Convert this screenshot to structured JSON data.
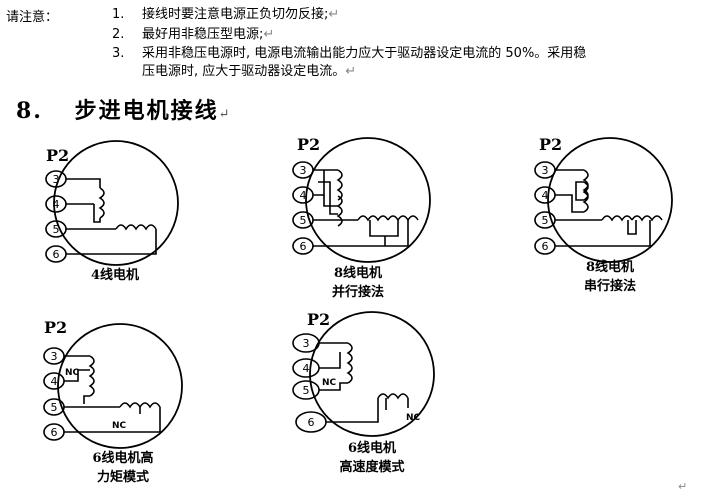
{
  "notes": {
    "label": "请注意：",
    "items": [
      {
        "num": "1.",
        "text": "接线时要注意电源正负切勿反接;",
        "mark": "↵"
      },
      {
        "num": "2.",
        "text": "最好用非稳压型电源;",
        "mark": "↵"
      },
      {
        "num": "3.",
        "text": "采用非稳压电源时, 电源电流输出能力应大于驱动器设定电流的 50%。采用稳",
        "cont": "压电源时, 应大于驱动器设定电流。",
        "mark": "↵"
      }
    ]
  },
  "section": {
    "number": "8.",
    "title": "步进电机接线",
    "mark": "↵"
  },
  "diagrams": {
    "d1": {
      "label": "P2",
      "pins": [
        "3",
        "4",
        "5",
        "6"
      ],
      "caption": [
        "4线电机"
      ]
    },
    "d2": {
      "label": "P2",
      "pins": [
        "3",
        "4",
        "5",
        "6"
      ],
      "caption": [
        "8线电机",
        "并行接法"
      ]
    },
    "d3": {
      "label": "P2",
      "pins": [
        "3",
        "4",
        "5",
        "6"
      ],
      "caption": [
        "8线电机",
        "串行接法"
      ]
    },
    "d4": {
      "label": "P2",
      "pins": [
        "3",
        "4",
        "5",
        "6"
      ],
      "nc": [
        "NC",
        "NC"
      ],
      "caption": [
        "6线电机高",
        "力矩模式"
      ]
    },
    "d5": {
      "label": "P2",
      "pins": [
        "3",
        "4",
        "5",
        "6"
      ],
      "nc": [
        "NC",
        "NC"
      ],
      "caption": [
        "6线电机",
        "高速度模式"
      ]
    }
  },
  "footer_mark": "↵"
}
